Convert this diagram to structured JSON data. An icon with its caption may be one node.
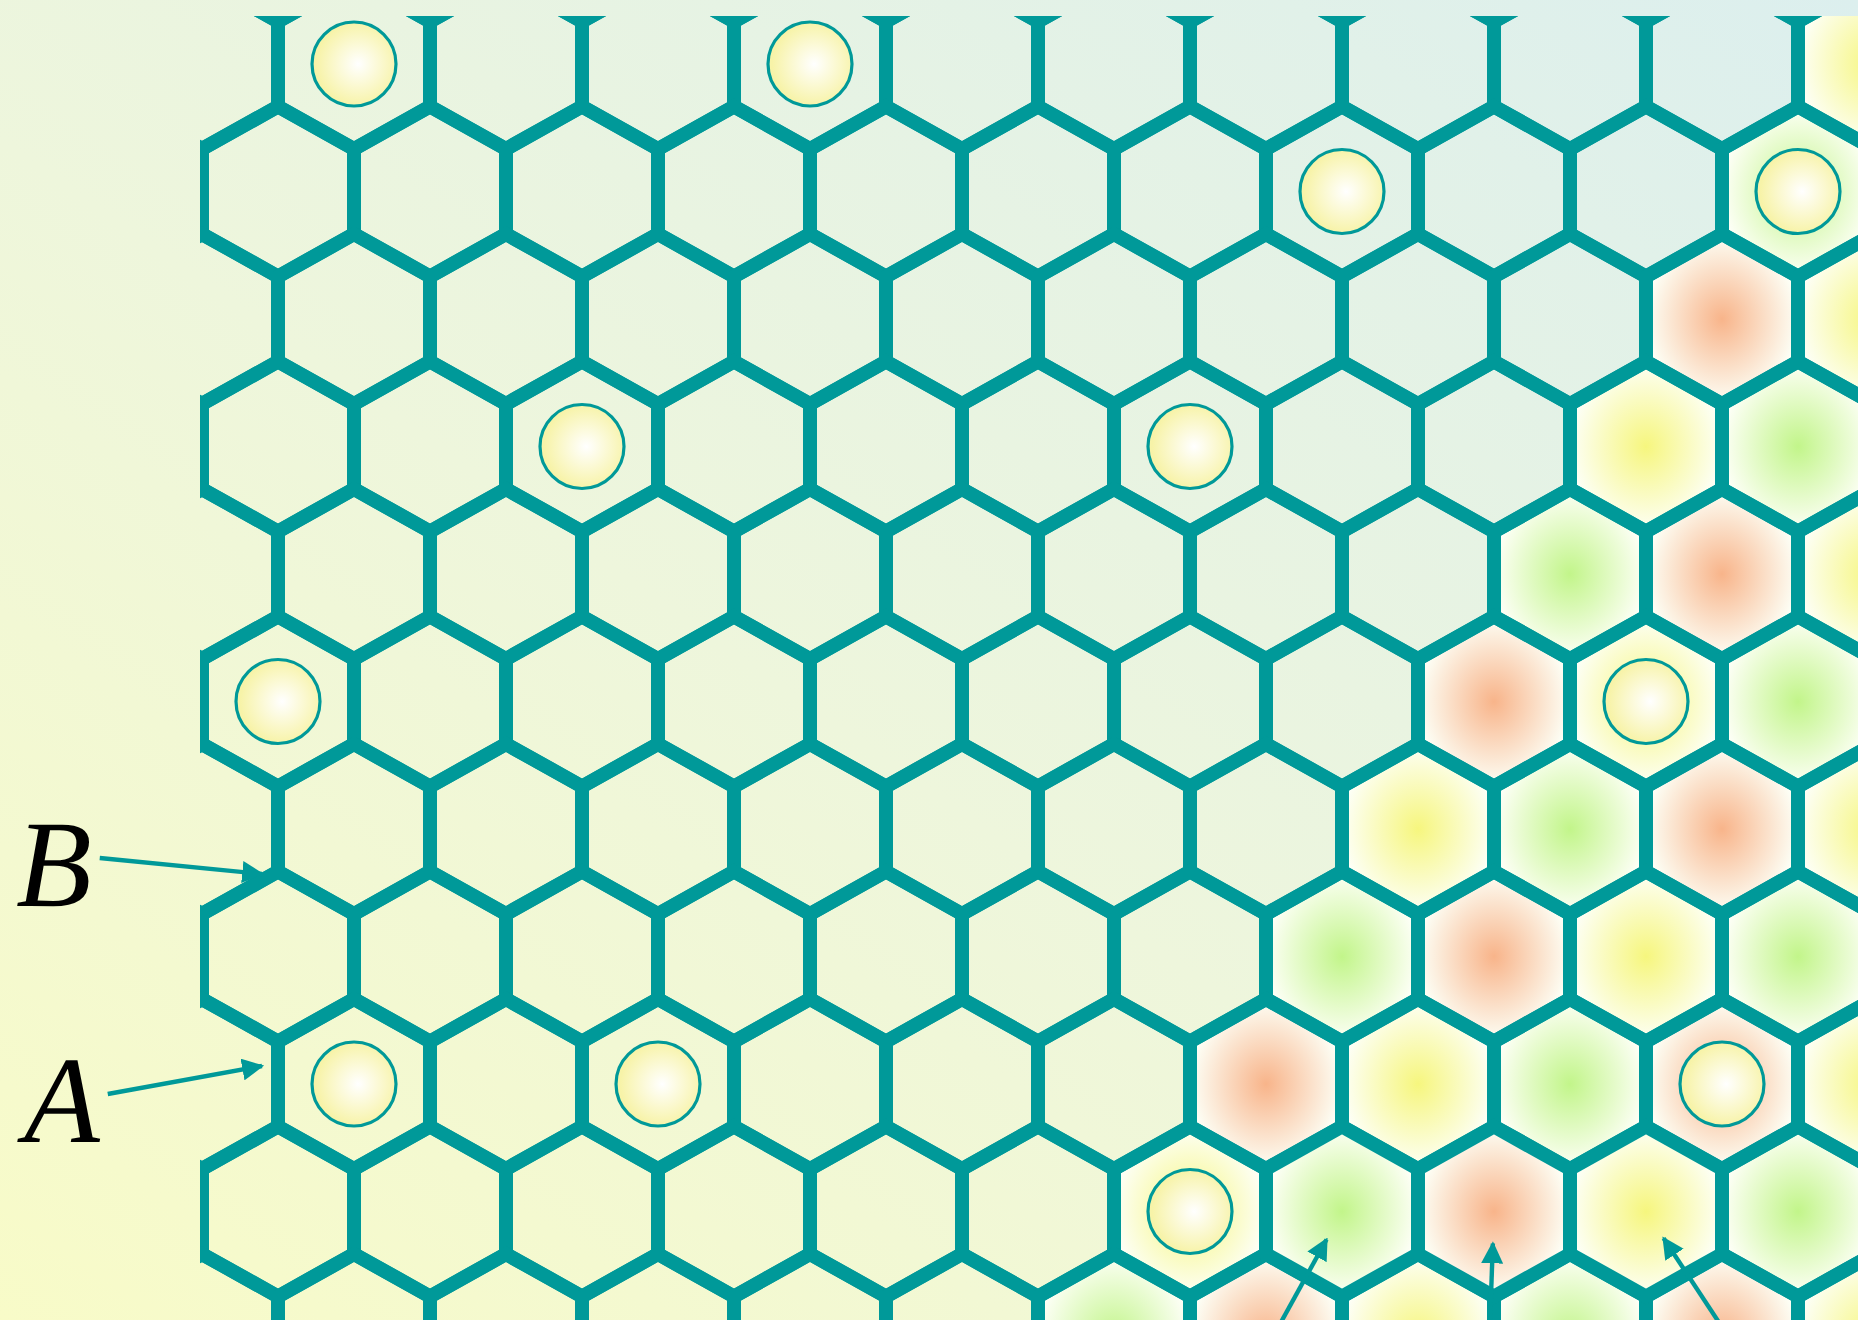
{
  "diagram": {
    "nodes": [
      {
        "text": [
          "B"
        ]
      },
      {
        "text": [
          "A"
        ]
      },
      {
        "text": [],
        "shape": "hexagon"
      },
      {
        "text": [],
        "shape": "hexagon"
      },
      {
        "text": [],
        "shape": "hexagon"
      }
    ],
    "edges": [
      {
        "from": 0,
        "to": null,
        "arrow": "to"
      },
      {
        "from": 1,
        "to": null,
        "arrow": "to"
      },
      {
        "from": null,
        "to": 2,
        "arrow": "to"
      },
      {
        "from": null,
        "to": 3,
        "arrow": "to"
      },
      {
        "from": null,
        "to": 4,
        "arrow": "to"
      }
    ]
  }
}
